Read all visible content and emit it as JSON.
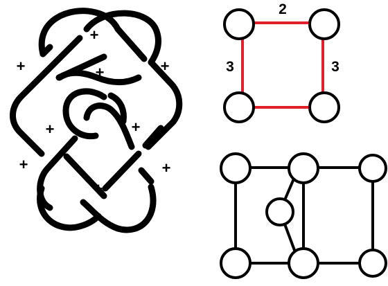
{
  "knot": {
    "signs": [
      "+",
      "+",
      "+",
      "+",
      "+",
      "+",
      "+",
      "+",
      "+"
    ]
  },
  "square_graph": {
    "top_label": "2",
    "left_label": "3",
    "right_label": "3",
    "edge_color": "#e0202a"
  },
  "planar_graph": {},
  "colors": {
    "ink": "#000000",
    "background": "#ffffff",
    "highlight_edge": "#e0202a"
  }
}
